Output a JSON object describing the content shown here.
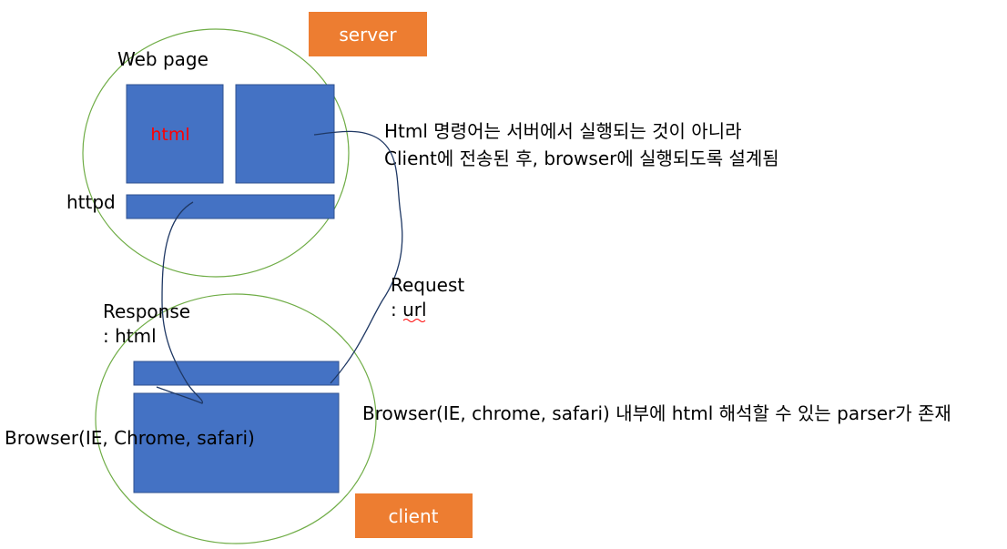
{
  "colors": {
    "circle_stroke": "#70ad47",
    "box_fill": "#4472c4",
    "box_stroke": "#2f528f",
    "label_box_fill": "#ed7d31",
    "label_box_stroke": "#c55a11",
    "html_text": "#ff0000",
    "connector": "#1f3864"
  },
  "server": {
    "label": "server",
    "web_page_label": "Web page",
    "html_label": "html",
    "httpd_label": "httpd"
  },
  "client": {
    "label": "client",
    "browser_label": "Browser(IE, Chrome, safari)"
  },
  "arrows": {
    "response_line1": "Response",
    "response_line2": ": html",
    "request_line1": "Request",
    "request_line2": ": url"
  },
  "notes": {
    "server_note_line1": "Html 명령어는 서버에서 실행되는 것이 아니라",
    "server_note_line2": "Client에 전송된 후, browser에 실행되도록 설계됨",
    "client_note": "Browser(IE, chrome, safari) 내부에 html 해석할 수 있는 parser가 존재"
  }
}
